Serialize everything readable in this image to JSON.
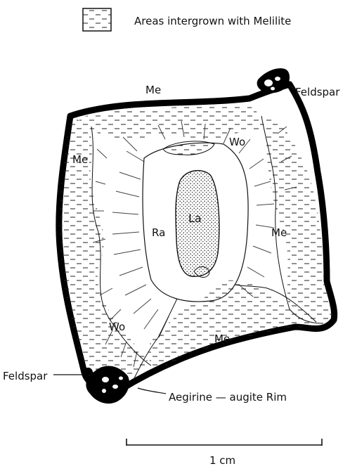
{
  "legend": {
    "text": "Areas intergrown with Melilite"
  },
  "labels": {
    "me_top": "Me",
    "me_left": "Me",
    "me_right": "Me",
    "me_bottom": "Me",
    "wo_top": "Wo",
    "wo_bottom": "Wo",
    "ra": "Ra",
    "la": "La",
    "feldspar_top": "Feldspar",
    "feldspar_bottom": "Feldspar",
    "rim": "Aegirine — augite  Rim"
  },
  "scale_bar": {
    "label": "1 cm"
  }
}
